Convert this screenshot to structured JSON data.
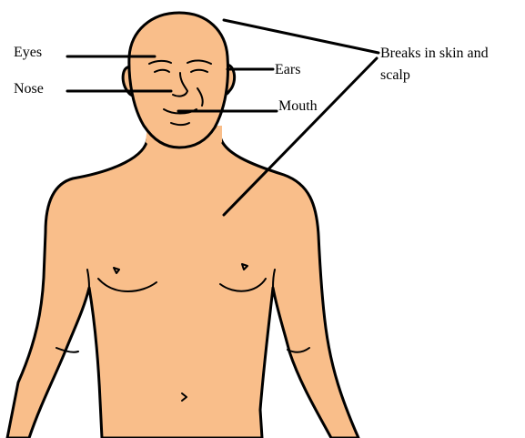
{
  "labels": {
    "eyes": "Eyes",
    "nose": "Nose",
    "ears": "Ears",
    "mouth": "Mouth",
    "breaks_line1": "Breaks in skin and",
    "breaks_line2": "scalp"
  },
  "colors": {
    "skin": "#F9BE8A",
    "outline": "#000000",
    "background": "#FFFFFF"
  }
}
